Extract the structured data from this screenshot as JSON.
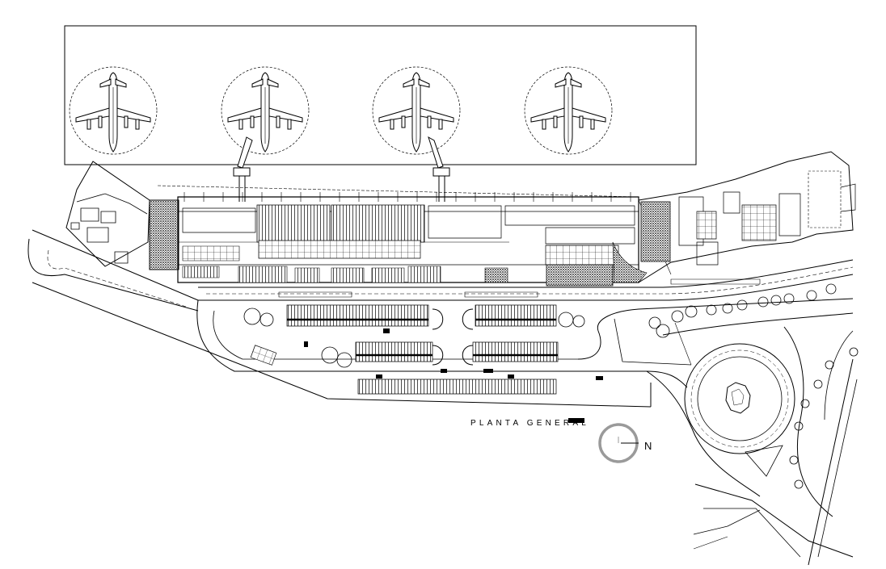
{
  "drawing": {
    "title": "PLANTA GENERAL",
    "north_label": "N",
    "colors": {
      "line": "#000000",
      "compass": "#9a9a9a",
      "background": "#ffffff"
    }
  },
  "apron": {
    "aircraft_positions": 4,
    "jet_bridges": 2
  },
  "icons": [
    "airplane-icon",
    "north-arrow-icon",
    "tree-icon",
    "car-icon"
  ]
}
